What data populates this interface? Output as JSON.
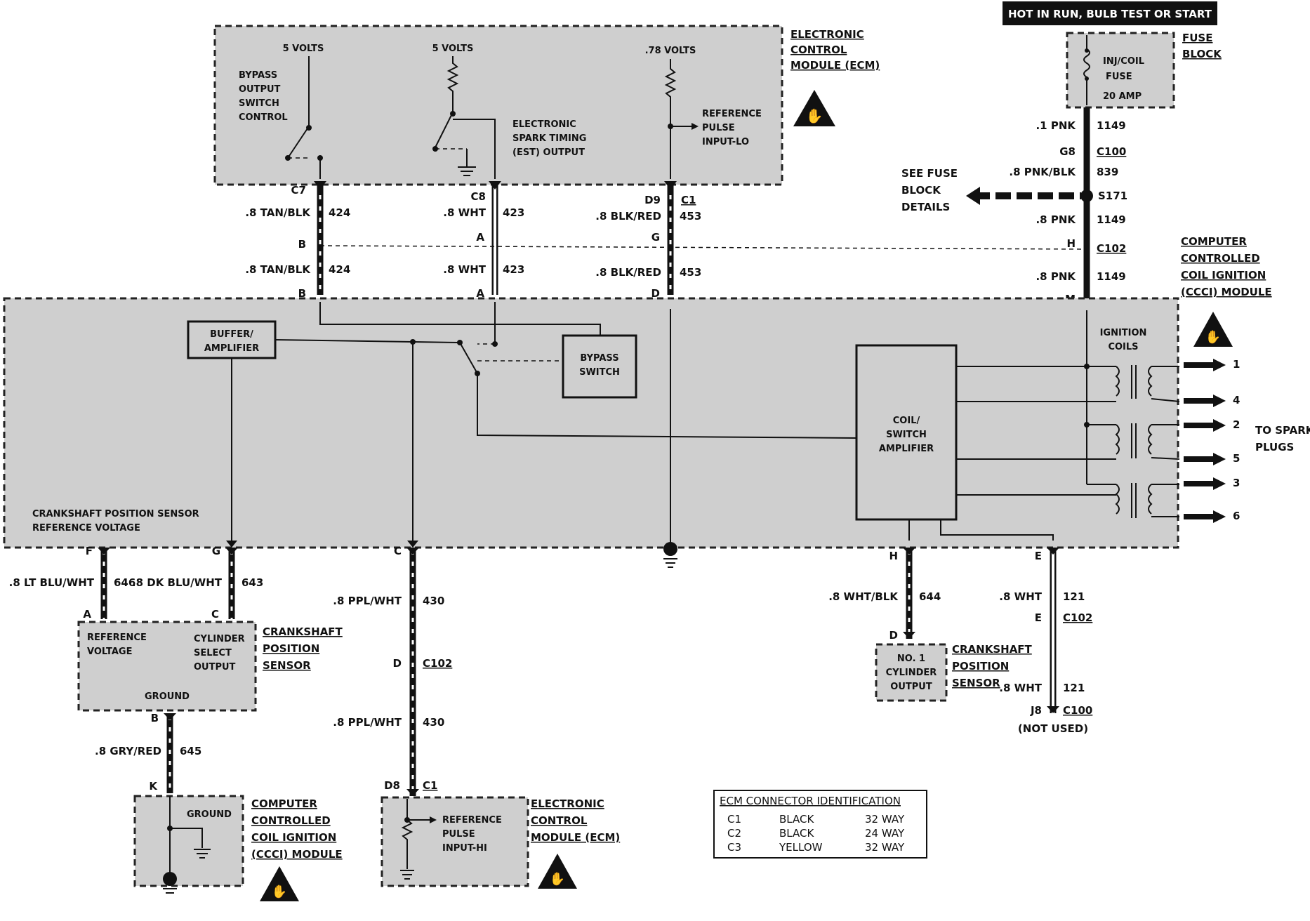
{
  "banner": "HOT IN RUN, BULB TEST OR START",
  "fuse_block": {
    "title": [
      "FUSE",
      "BLOCK"
    ],
    "fuse": [
      "INJ/COIL",
      "FUSE",
      "20 AMP"
    ]
  },
  "ecm_top": {
    "title": [
      "ELECTRONIC",
      "CONTROL",
      "MODULE (ECM)"
    ],
    "v1": "5 VOLTS",
    "v2": "5 VOLTS",
    "v3": ".78 VOLTS",
    "bypass": [
      "BYPASS",
      "OUTPUT",
      "SWITCH",
      "CONTROL"
    ],
    "est": [
      "ELECTRONIC",
      "SPARK TIMING",
      "(EST) OUTPUT"
    ],
    "ref": [
      "REFERENCE",
      "PULSE",
      "INPUT-LO"
    ]
  },
  "wires_top": {
    "w1": {
      "pin_top": "C7",
      "pin_mid": "B",
      "pin_bot": "B",
      "color": ".8 TAN/BLK",
      "circuit": "424"
    },
    "w2": {
      "pin_top": "C8",
      "pin_mid": "A",
      "pin_bot": "A",
      "color": ".8 WHT",
      "circuit": "423"
    },
    "w3": {
      "pin_top": "D9",
      "conn": "C1",
      "pin_mid": "G",
      "pin_bot": "D",
      "color": ".8 BLK/RED",
      "circuit": "453"
    }
  },
  "power": {
    "w1": ".1 PNK",
    "c1": "1149",
    "g": "G8",
    "c100": "C100",
    "w2": ".8 PNK/BLK",
    "c2": "839",
    "splice": "S171",
    "w3": ".8 PNK",
    "c3": "1149",
    "h": "H",
    "c102": "C102",
    "w4": ".8 PNK",
    "c4": "1149",
    "m": "M",
    "see": [
      "SEE FUSE",
      "BLOCK",
      "DETAILS"
    ]
  },
  "ccci": {
    "title": [
      "COMPUTER",
      "CONTROLLED",
      "COIL IGNITION",
      "(CCCI) MODULE"
    ],
    "buffer": [
      "BUFFER/",
      "AMPLIFIER"
    ],
    "bypass_sw": [
      "BYPASS",
      "SWITCH"
    ],
    "coil_amp": [
      "COIL/",
      "SWITCH",
      "AMPLIFIER"
    ],
    "ign_coils": [
      "IGNITION",
      "COILS"
    ],
    "crank_ref": [
      "CRANKSHAFT POSITION SENSOR",
      "REFERENCE VOLTAGE"
    ],
    "outputs": [
      "1",
      "4",
      "2",
      "5",
      "3",
      "6"
    ],
    "to_plugs": [
      "TO SPARK",
      "PLUGS"
    ]
  },
  "bottom_left": {
    "f": "F",
    "f_color": ".8 LT BLU/WHT",
    "f_circ": "646",
    "g": "G",
    "g_color": ".8 DK BLU/WHT",
    "g_circ": "643",
    "a": "A",
    "c": "C",
    "sensor_title": [
      "CRANKSHAFT",
      "POSITION",
      "SENSOR"
    ],
    "ref_v": [
      "REFERENCE",
      "VOLTAGE"
    ],
    "cyl": [
      "CYLINDER",
      "SELECT",
      "OUTPUT"
    ],
    "ground": "GROUND",
    "b": "B",
    "b_color": ".8 GRY/RED",
    "b_circ": "645",
    "k": "K",
    "mod_title": [
      "COMPUTER",
      "CONTROLLED",
      "COIL IGNITION",
      "(CCCI) MODULE"
    ],
    "mod_ground": "GROUND"
  },
  "bottom_mid": {
    "c": "C",
    "color1": ".8 PPL/WHT",
    "circ1": "430",
    "d": "D",
    "c102": "C102",
    "color2": ".8 PPL/WHT",
    "circ2": "430",
    "d8": "D8",
    "c1": "C1",
    "ref": [
      "REFERENCE",
      "PULSE",
      "INPUT-HI"
    ],
    "title": [
      "ELECTRONIC",
      "CONTROL",
      "MODULE (ECM)"
    ]
  },
  "bottom_right": {
    "h": "H",
    "color": ".8 WHT/BLK",
    "circ": "644",
    "d": "D",
    "no1": [
      "NO. 1",
      "CYLINDER",
      "OUTPUT"
    ],
    "sensor_title": [
      "CRANKSHAFT",
      "POSITION",
      "SENSOR"
    ],
    "e": "E",
    "color2": ".8 WHT",
    "circ2": "121",
    "e2": "E",
    "c102": "C102",
    "color3": ".8 WHT",
    "circ3": "121",
    "j8": "J8",
    "c100": "C100",
    "not_used": "(NOT USED)"
  },
  "ecm_table": {
    "title": "ECM CONNECTOR IDENTIFICATION",
    "rows": [
      [
        "C1",
        "BLACK",
        "32 WAY"
      ],
      [
        "C2",
        "BLACK",
        "24 WAY"
      ],
      [
        "C3",
        "YELLOW",
        "32 WAY"
      ]
    ]
  }
}
